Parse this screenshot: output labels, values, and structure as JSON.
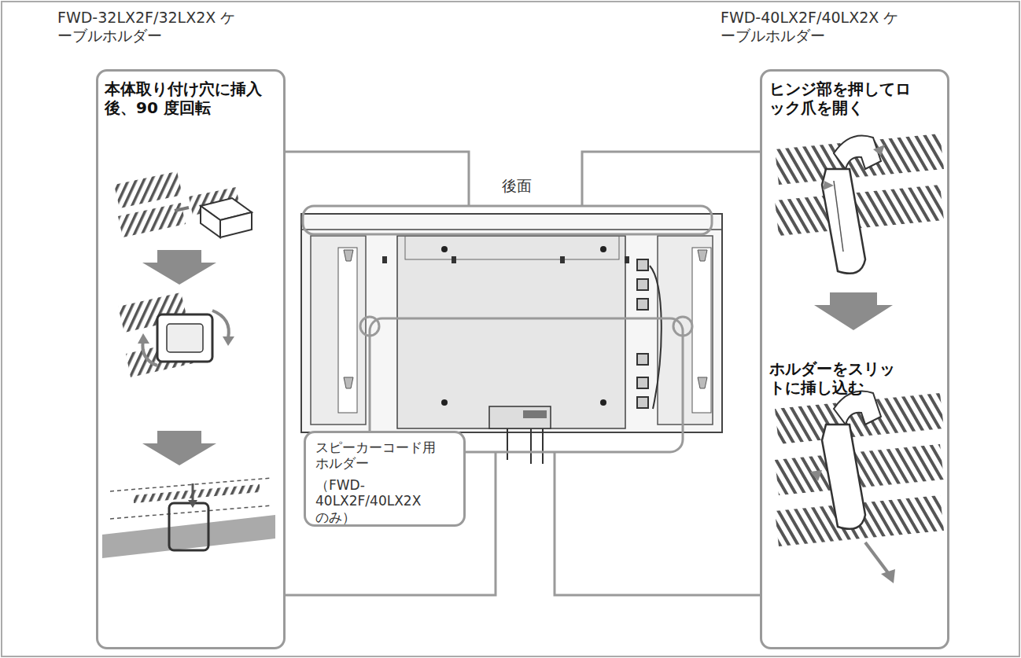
{
  "diagram": {
    "nodes": [
      {
        "text": [
          "FWD-32LX2F/32LX2X ケーブルホルダー",
          "本体取り付け穴に挿入後、90 度回転"
        ]
      },
      {
        "text": [
          "FWD-40LX2F/40LX2X ケーブルホルダー",
          "ヒンジ部を押してロック爪を開く",
          "ホルダーをスリットに挿し込む"
        ]
      },
      {
        "text": [
          "スピーカーコード用ホルダー",
          "（FWD-40LX2F/40LX2X のみ）"
        ]
      }
    ],
    "labels": [
      "後面"
    ]
  }
}
